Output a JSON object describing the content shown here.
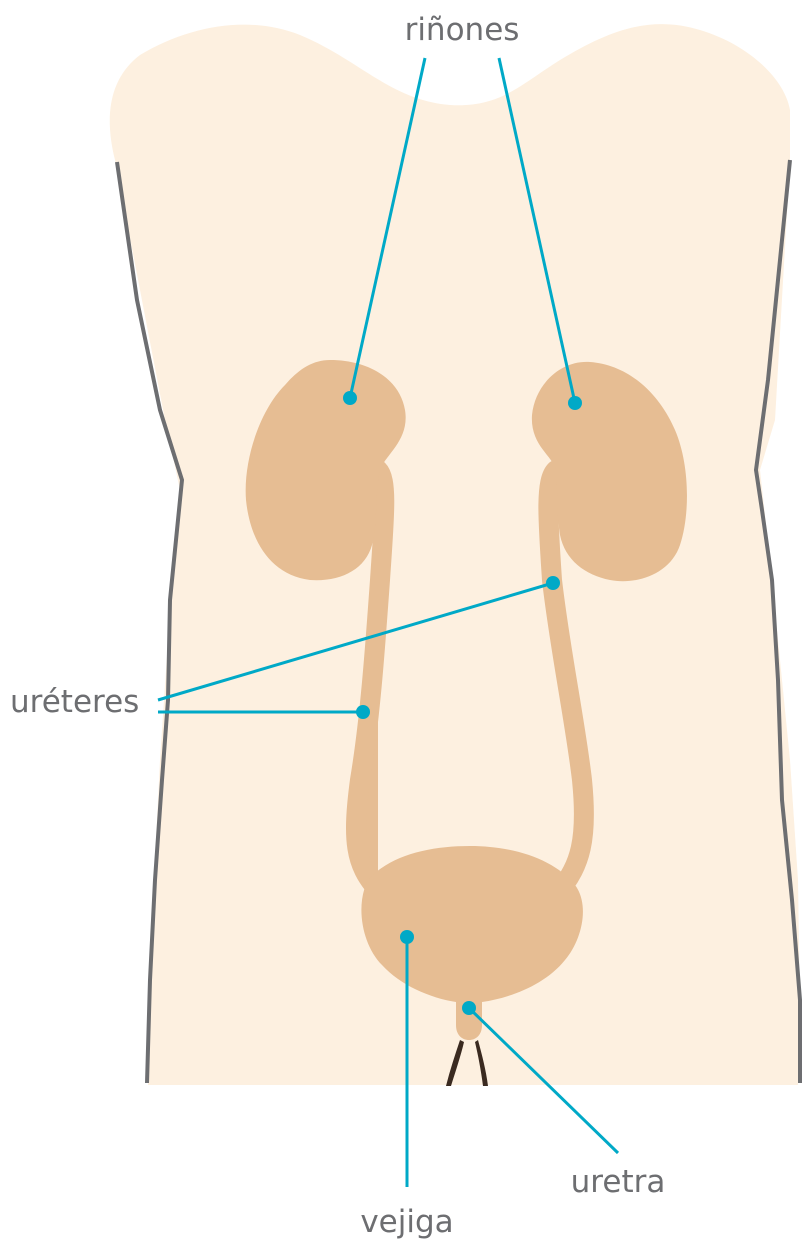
{
  "labels": {
    "kidneys": "riñones",
    "ureters": "uréteres",
    "bladder": "vejiga",
    "urethra": "uretra"
  },
  "colors": {
    "skin": "#fdf0e0",
    "organ": "#e6bd93",
    "outline": "#6d6e71",
    "leader": "#00a9c7",
    "label_text": "#6d6e71",
    "hair": "#3a2a20"
  }
}
